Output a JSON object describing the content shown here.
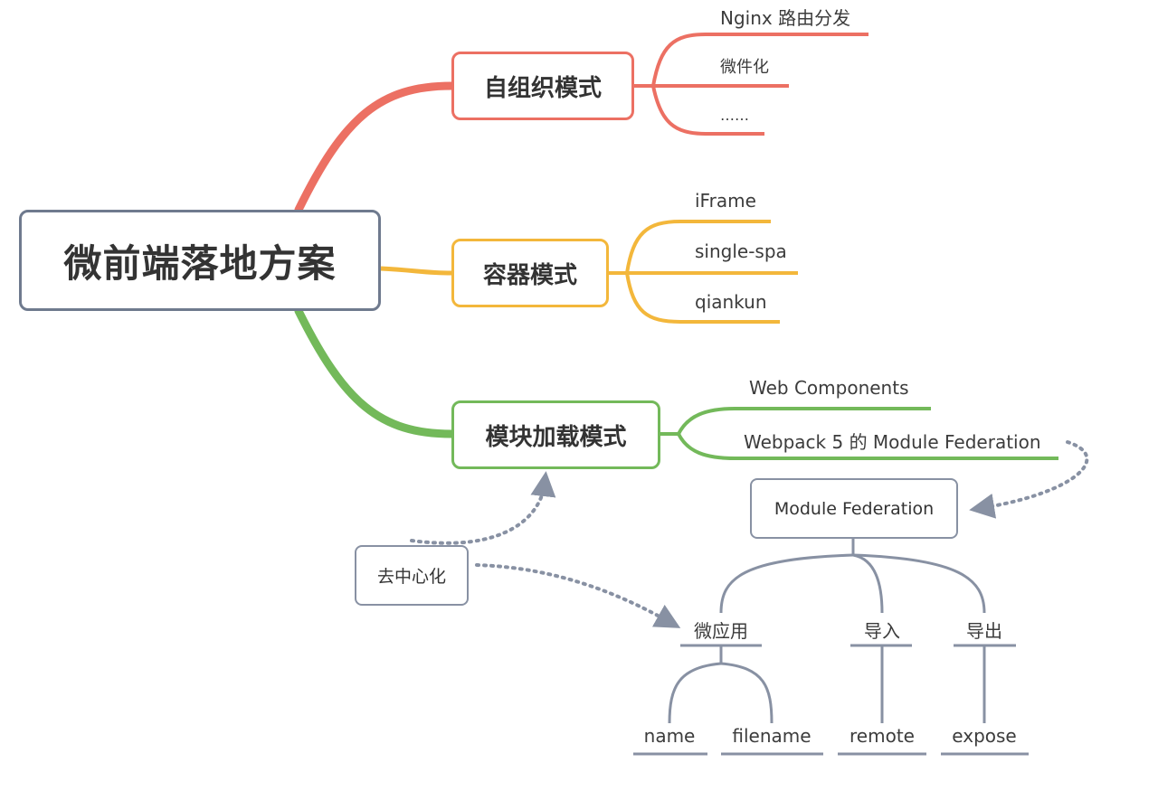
{
  "root": {
    "label": "微前端落地方案"
  },
  "branches": [
    {
      "label": "自组织模式",
      "color": "#ec7063",
      "leaves": [
        "Nginx 路由分发",
        "微件化",
        "……"
      ]
    },
    {
      "label": "容器模式",
      "color": "#f3b73b",
      "leaves": [
        "iFrame",
        "single-spa",
        "qiankun"
      ]
    },
    {
      "label": "模块加载模式",
      "color": "#73b95a",
      "leaves": [
        "Web Components",
        "Webpack 5 的 Module Federation"
      ]
    }
  ],
  "module_federation": {
    "label": "Module Federation",
    "children": [
      {
        "label": "微应用",
        "children": [
          "name",
          "filename"
        ]
      },
      {
        "label": "导入",
        "children": [
          "remote"
        ]
      },
      {
        "label": "导出",
        "children": [
          "expose"
        ]
      }
    ]
  },
  "decentralize": {
    "label": "去中心化"
  },
  "colors": {
    "node_border": "#6f7a8e",
    "connector": "#8891a3",
    "text": "#333333"
  }
}
